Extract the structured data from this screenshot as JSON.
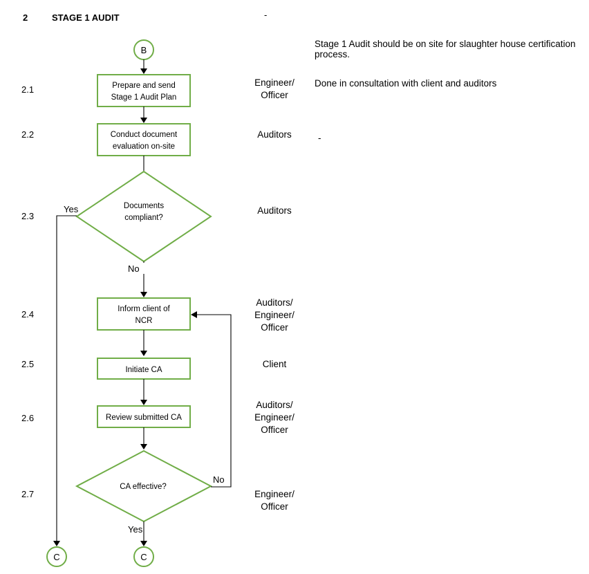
{
  "section": {
    "number": "2",
    "title": "STAGE 1 AUDIT",
    "dash": "-"
  },
  "steps": [
    {
      "num": "2.1",
      "label_lines": [
        "Prepare and send",
        "Stage 1 Audit Plan"
      ],
      "responsible": [
        "Engineer/",
        "Officer"
      ],
      "note": "Done in consultation with client and auditors"
    },
    {
      "num": "2.2",
      "label_lines": [
        "Conduct document",
        "evaluation on-site"
      ],
      "responsible": [
        "Auditors"
      ],
      "note": "-"
    },
    {
      "num": "2.3",
      "label_lines": [
        "Documents",
        "compliant?"
      ],
      "responsible": [
        "Auditors"
      ]
    },
    {
      "num": "2.4",
      "label_lines": [
        "Inform client of",
        "NCR"
      ],
      "responsible": [
        "Auditors/",
        "Engineer/",
        "Officer"
      ]
    },
    {
      "num": "2.5",
      "label_lines": [
        "Initiate CA"
      ],
      "responsible": [
        "Client"
      ]
    },
    {
      "num": "2.6",
      "label_lines": [
        "Review submitted CA"
      ],
      "responsible": [
        "Auditors/",
        "Engineer/",
        "Officer"
      ]
    },
    {
      "num": "2.7",
      "label_lines": [
        "CA effective?"
      ],
      "responsible": [
        "Engineer/",
        "Officer"
      ]
    }
  ],
  "intro_note": "Stage 1 Audit should be on site for slaughter house certification process.",
  "connectors": {
    "start": "B",
    "end_left": "C",
    "end_right": "C"
  },
  "branch_labels": {
    "d1_yes": "Yes",
    "d1_no": "No",
    "d2_no": "No",
    "d2_yes": "Yes"
  },
  "colors": {
    "shape_stroke": "#70ad47",
    "line": "#000000"
  }
}
